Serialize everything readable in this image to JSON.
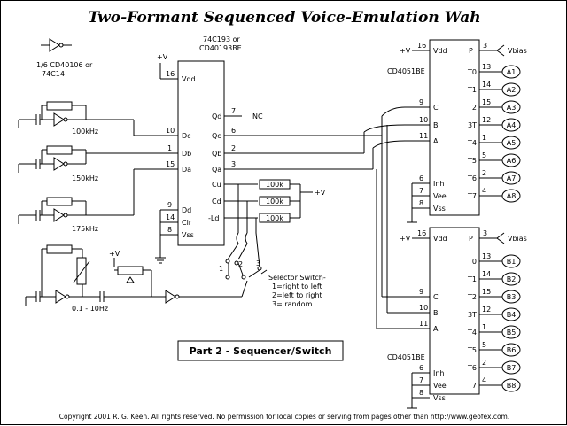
{
  "title": "Two-Formant Sequenced Voice-Emulation Wah",
  "legend_inverter": [
    "1/6 CD40106 or",
    "74C14"
  ],
  "counter": {
    "part": [
      "74C193 or",
      "CD40193BE"
    ],
    "pins_left": [
      {
        "num": "16",
        "label": "Vdd"
      },
      {
        "num": "10",
        "label": "Dc"
      },
      {
        "num": "1",
        "label": "Db"
      },
      {
        "num": "15",
        "label": "Da"
      },
      {
        "num": "9",
        "label": "Dd"
      },
      {
        "num": "14",
        "label": "Clr"
      },
      {
        "num": "8",
        "label": "Vss"
      }
    ],
    "pins_right": [
      {
        "num": "7",
        "label": "Qd"
      },
      {
        "num": "6",
        "label": "Qc"
      },
      {
        "num": "2",
        "label": "Qb"
      },
      {
        "num": "3",
        "label": "Qa"
      },
      {
        "num": "",
        "label": "Cu"
      },
      {
        "num": "",
        "label": "Cd"
      },
      {
        "num": "",
        "label": "-Ld"
      }
    ],
    "nc": "NC"
  },
  "supply": "+V",
  "oscillators": [
    "100kHz",
    "150kHz",
    "175kHz"
  ],
  "lfo": "0.1 - 10Hz",
  "resistors": [
    "100k",
    "100k",
    "100k"
  ],
  "selector": {
    "positions": [
      "1",
      "2",
      "3"
    ],
    "text": [
      "Selector Switch-",
      "1=right to left",
      "2=left to right",
      "3= random"
    ]
  },
  "mux_top": {
    "part": "CD4051BE",
    "vdd_pin": "16",
    "vdd": "Vdd",
    "p_pin": "3",
    "p": "P",
    "vbias": "Vbias",
    "in_pins": [
      {
        "num": "9",
        "label": "C"
      },
      {
        "num": "10",
        "label": "B"
      },
      {
        "num": "11",
        "label": "A"
      }
    ],
    "ctl_pins": [
      {
        "num": "6",
        "label": "Inh"
      },
      {
        "num": "7",
        "label": "Vee"
      },
      {
        "num": "8",
        "label": "Vss"
      }
    ],
    "out_pins": [
      {
        "num": "13",
        "label": "T0"
      },
      {
        "num": "14",
        "label": "T1"
      },
      {
        "num": "15",
        "label": "T2"
      },
      {
        "num": "12",
        "label": "3T"
      },
      {
        "num": "1",
        "label": "T4"
      },
      {
        "num": "5",
        "label": "T5"
      },
      {
        "num": "2",
        "label": "T6"
      },
      {
        "num": "4",
        "label": "T7"
      }
    ],
    "taps": [
      "A1",
      "A2",
      "A3",
      "A4",
      "A5",
      "A6",
      "A7",
      "A8"
    ]
  },
  "mux_bottom": {
    "part": "CD4051BE",
    "vdd_pin": "16",
    "vdd": "Vdd",
    "p_pin": "3",
    "p": "P",
    "vbias": "Vbias",
    "in_pins": [
      {
        "num": "9",
        "label": "C"
      },
      {
        "num": "10",
        "label": "B"
      },
      {
        "num": "11",
        "label": "A"
      }
    ],
    "ctl_pins": [
      {
        "num": "6",
        "label": "Inh"
      },
      {
        "num": "7",
        "label": "Vee"
      },
      {
        "num": "8",
        "label": "Vss"
      }
    ],
    "out_pins": [
      {
        "num": "13",
        "label": "T0"
      },
      {
        "num": "14",
        "label": "T1"
      },
      {
        "num": "15",
        "label": "T2"
      },
      {
        "num": "12",
        "label": "3T"
      },
      {
        "num": "1",
        "label": "T4"
      },
      {
        "num": "5",
        "label": "T5"
      },
      {
        "num": "2",
        "label": "T6"
      },
      {
        "num": "4",
        "label": "T7"
      }
    ],
    "taps": [
      "B1",
      "B2",
      "B3",
      "B4",
      "B5",
      "B6",
      "B7",
      "B8"
    ]
  },
  "part_label": "Part 2 - Sequencer/Switch",
  "footer": "Copyright 2001 R. G. Keen. All rights reserved. No permission for local copies or serving from pages other than http://www.geofex.com."
}
